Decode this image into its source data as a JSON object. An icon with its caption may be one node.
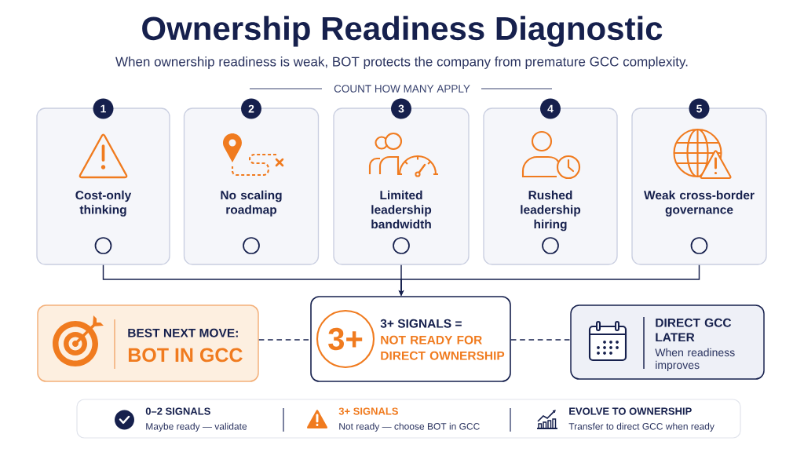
{
  "diagram": {
    "title": "Ownership Readiness Diagnostic",
    "nodes": [
      {
        "text": [
          "1",
          "Cost-only thinking"
        ]
      },
      {
        "text": [
          "2",
          "No scaling roadmap"
        ]
      },
      {
        "text": [
          "3",
          "Limited leadership bandwidth"
        ]
      },
      {
        "text": [
          "4",
          "Rushed leadership hiring"
        ]
      },
      {
        "text": [
          "5",
          "Weak cross-border governance"
        ]
      },
      {
        "text": [
          "BEST NEXT MOVE:",
          "BOT IN GCC"
        ]
      },
      {
        "text": [
          "3+ SIGNALS =",
          "NOT READY FOR DIRECT OWNERSHIP"
        ]
      },
      {
        "text": [
          "3+"
        ],
        "in": 6
      },
      {
        "text": [
          "DIRECT GCC LATER",
          "When readiness improves"
        ]
      }
    ],
    "edges": [
      {
        "from": 0,
        "to": 6,
        "arrow": "to"
      },
      {
        "from": 2,
        "to": 6,
        "arrow": "to"
      },
      {
        "from": 4,
        "to": 6,
        "arrow": "to"
      },
      {
        "from": 5,
        "to": 6,
        "arrow": "none",
        "style": "dashed"
      },
      {
        "from": 6,
        "to": 8,
        "arrow": "none",
        "style": "dashed"
      }
    ],
    "labels": [
      "When ownership readiness is weak, BOT protects the company from premature GCC complexity.",
      "COUNT HOW MANY APPLY",
      "0–2 SIGNALS",
      "Maybe ready — validate",
      "3+ SIGNALS",
      "Not ready — choose BOT in GCC",
      "EVOLVE TO OWNERSHIP",
      "Transfer to direct GCC when ready"
    ]
  }
}
